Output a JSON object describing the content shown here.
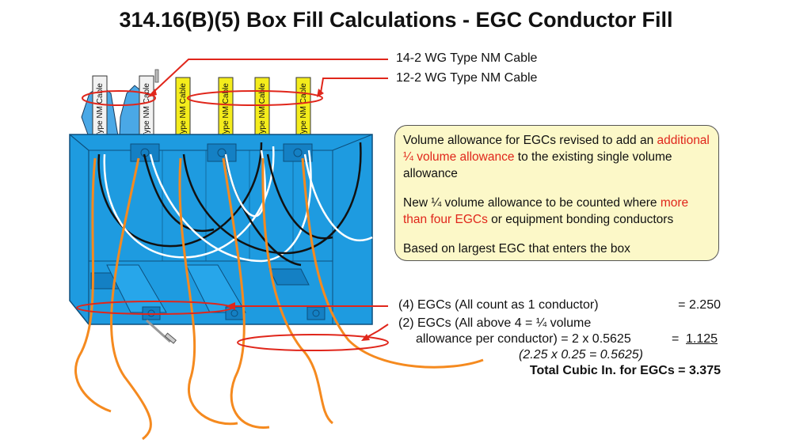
{
  "title": "314.16(B)(5) Box Fill Calculations - EGC Conductor Fill",
  "callouts": {
    "cable_14_2": "14-2 WG Type NM Cable",
    "cable_12_2": "12-2 WG Type NM Cable"
  },
  "cable_label": "Type NM Cable",
  "note": {
    "p1_a": "Volume allowance for EGCs revised to add an ",
    "p1_red": "additional ¼ volume allowance",
    "p1_b": " to the existing single volume allowance",
    "p2_a": "New ¼ volume allowance to be counted where ",
    "p2_red": "more than four EGCs",
    "p2_b": " or equipment bonding conductors",
    "p3": "Based on largest EGC that enters the box"
  },
  "calc": {
    "line1_label": "(4) EGCs (All count as 1 conductor)",
    "line1_value": "= 2.250",
    "line2_label": "(2) EGCs (All above 4 = ¼ volume",
    "line3_label": "allowance per conductor) = 2 x 0.5625",
    "line3_eq": "=",
    "line3_value": "1.125",
    "line4_label": "(2.25 x 0.25 = 0.5625)",
    "total_label": "Total Cubic In. for EGCs = 3.375"
  },
  "colors": {
    "box": "#1e9be0",
    "box_dark": "#1480c4",
    "cable_white": "#f2f2f2",
    "cable_yellow": "#f4ec1c",
    "egc_orange": "#f58a1f",
    "callout_red": "#e0261b",
    "note_bg": "#fcf8c8"
  }
}
